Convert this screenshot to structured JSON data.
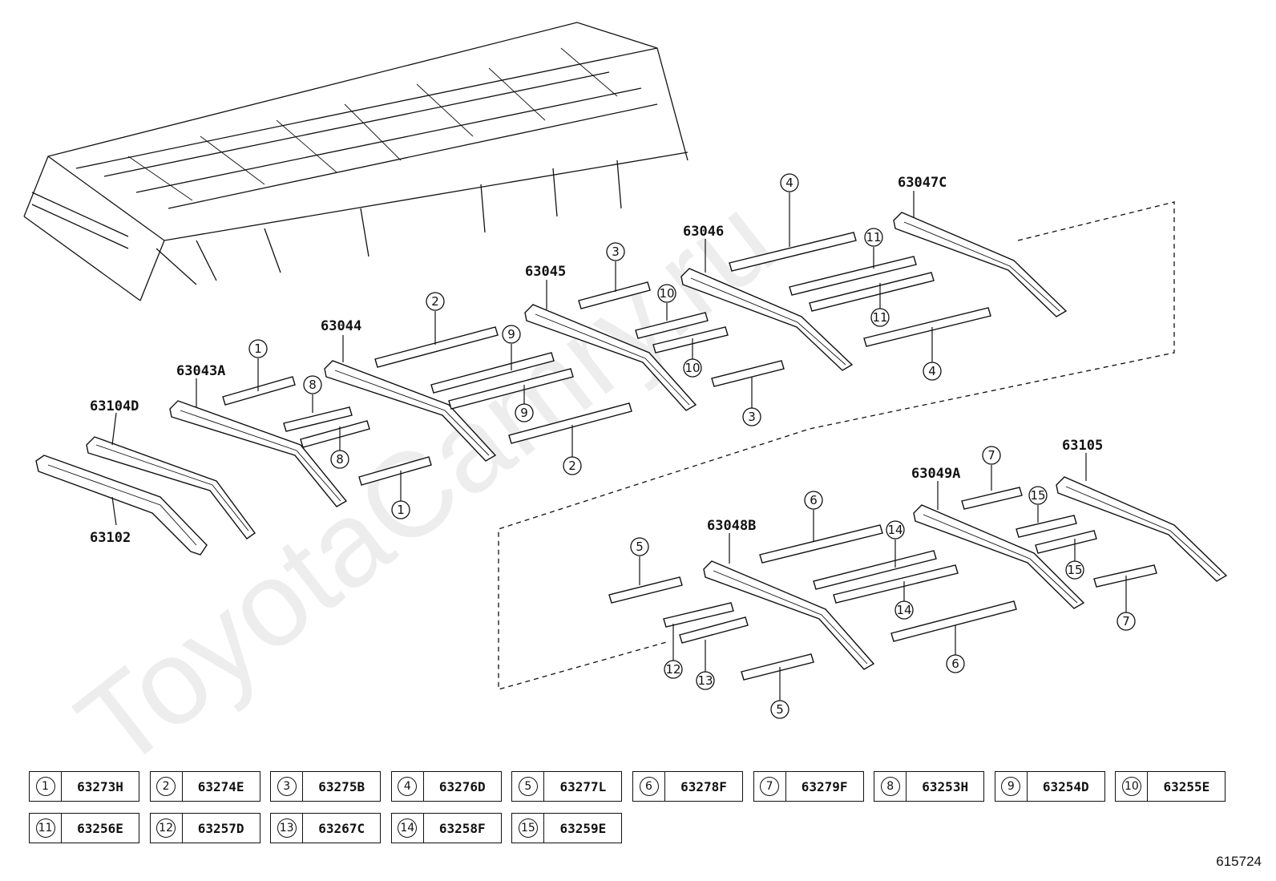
{
  "watermark": "ToyotaCamry.ru",
  "reference_id": "615724",
  "part_labels": {
    "p63104D": "63104D",
    "p63102": "63102",
    "p63043A": "63043A",
    "p63044": "63044",
    "p63045": "63045",
    "p63046": "63046",
    "p63047C": "63047C",
    "p63048B": "63048B",
    "p63049A": "63049A",
    "p63105": "63105"
  },
  "callouts": {
    "c1": "1",
    "c2": "2",
    "c3": "3",
    "c4": "4",
    "c5": "5",
    "c6": "6",
    "c7": "7",
    "c8": "8",
    "c9": "9",
    "c10": "10",
    "c11": "11",
    "c12": "12",
    "c13": "13",
    "c14": "14",
    "c15": "15"
  },
  "legend": [
    {
      "num": "1",
      "code": "63273H"
    },
    {
      "num": "2",
      "code": "63274E"
    },
    {
      "num": "3",
      "code": "63275B"
    },
    {
      "num": "4",
      "code": "63276D"
    },
    {
      "num": "5",
      "code": "63277L"
    },
    {
      "num": "6",
      "code": "63278F"
    },
    {
      "num": "7",
      "code": "63279F"
    },
    {
      "num": "8",
      "code": "63253H"
    },
    {
      "num": "9",
      "code": "63254D"
    },
    {
      "num": "10",
      "code": "63255E"
    },
    {
      "num": "11",
      "code": "63256E"
    },
    {
      "num": "12",
      "code": "63257D"
    },
    {
      "num": "13",
      "code": "63267C"
    },
    {
      "num": "14",
      "code": "63258F"
    },
    {
      "num": "15",
      "code": "63259E"
    }
  ]
}
